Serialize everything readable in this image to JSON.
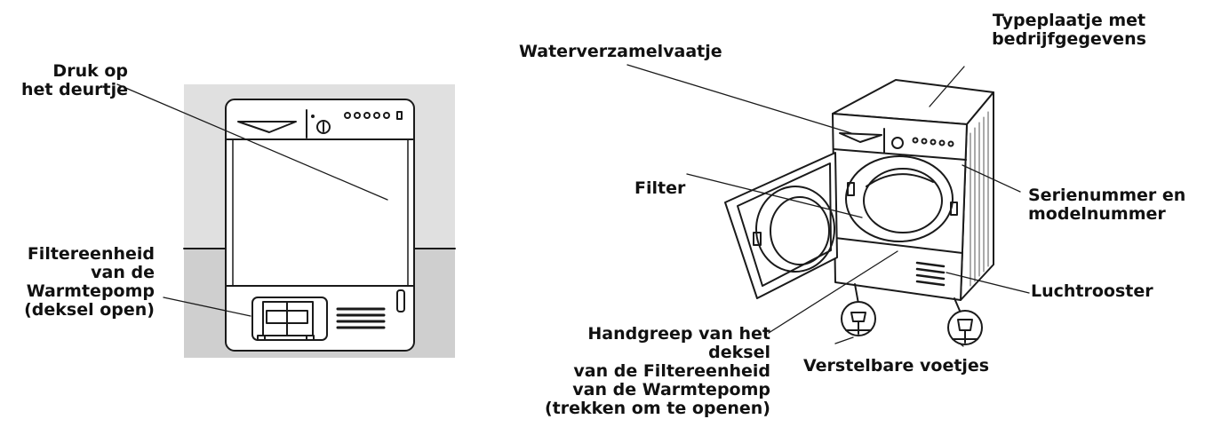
{
  "labels": {
    "druk_1": "Druk op",
    "druk_2": "het deurtje",
    "filtereenheid_1": "Filtereenheid",
    "filtereenheid_2": "van de",
    "filtereenheid_3": "Warmtepomp",
    "filtereenheid_4": "(deksel open)",
    "waterverzamelvaatje": "Waterverzamelvaatje",
    "typeplaatje_1": "Typeplaatje met",
    "typeplaatje_2": "bedrijfgegevens",
    "filter": "Filter",
    "serienummer_1": "Serienummer en",
    "serienummer_2": "modelnummer",
    "luchtrooster": "Luchtrooster",
    "handgreep_1": "Handgreep van het",
    "handgreep_2": "deksel",
    "handgreep_3": "van de Filtereenheid",
    "handgreep_4": "van de Warmtepomp",
    "handgreep_5": "(trekken om te openen)",
    "voetjes": "Verstelbare voetjes"
  }
}
